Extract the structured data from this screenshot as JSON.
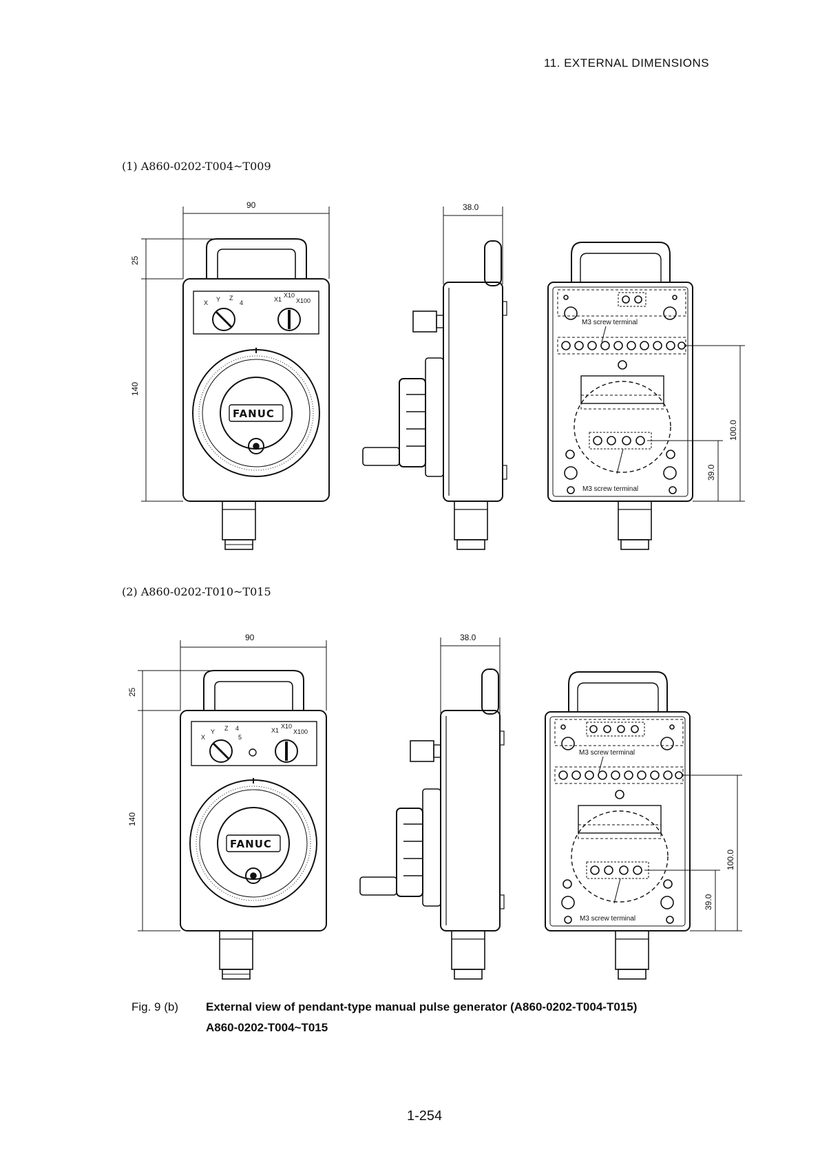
{
  "header": {
    "chapter": "11.  EXTERNAL DIMENSIONS"
  },
  "sections": [
    {
      "label": "(1)   A860-0202-T004~T009"
    },
    {
      "label": "(2)   A860-0202-T010~T015"
    }
  ],
  "figure1": {
    "width": "90",
    "handle": "25",
    "body": "140",
    "depth": "38.0",
    "dim_terminal_row": "100.0",
    "dim_lower_terminal": "39.0",
    "terminal_label_top": "M3 screw terminal",
    "terminal_label_bottom": "M3 screw terminal",
    "brand": "FANUC",
    "selector_axes": [
      "X",
      "Y",
      "Z",
      "4"
    ],
    "selector_mult": [
      "X1",
      "X10",
      "X100"
    ]
  },
  "figure2": {
    "width": "90",
    "handle": "25",
    "body": "140",
    "depth": "38.0",
    "dim_terminal_row": "100.0",
    "dim_lower_terminal": "39.0",
    "terminal_label_top": "M3 screw terminal",
    "terminal_label_bottom": "M3 screw terminal",
    "brand": "FANUC",
    "selector_axes": [
      "X",
      "Y",
      "Z",
      "4",
      "5"
    ],
    "selector_mult": [
      "X1",
      "X10",
      "X100"
    ]
  },
  "caption": {
    "fig_label": "Fig. 9 (b)",
    "line1": "External view of pendant-type manual pulse generator (A860-0202-T004-T015)",
    "line2": "A860-0202-T004~T015"
  },
  "page_number": "1-254"
}
